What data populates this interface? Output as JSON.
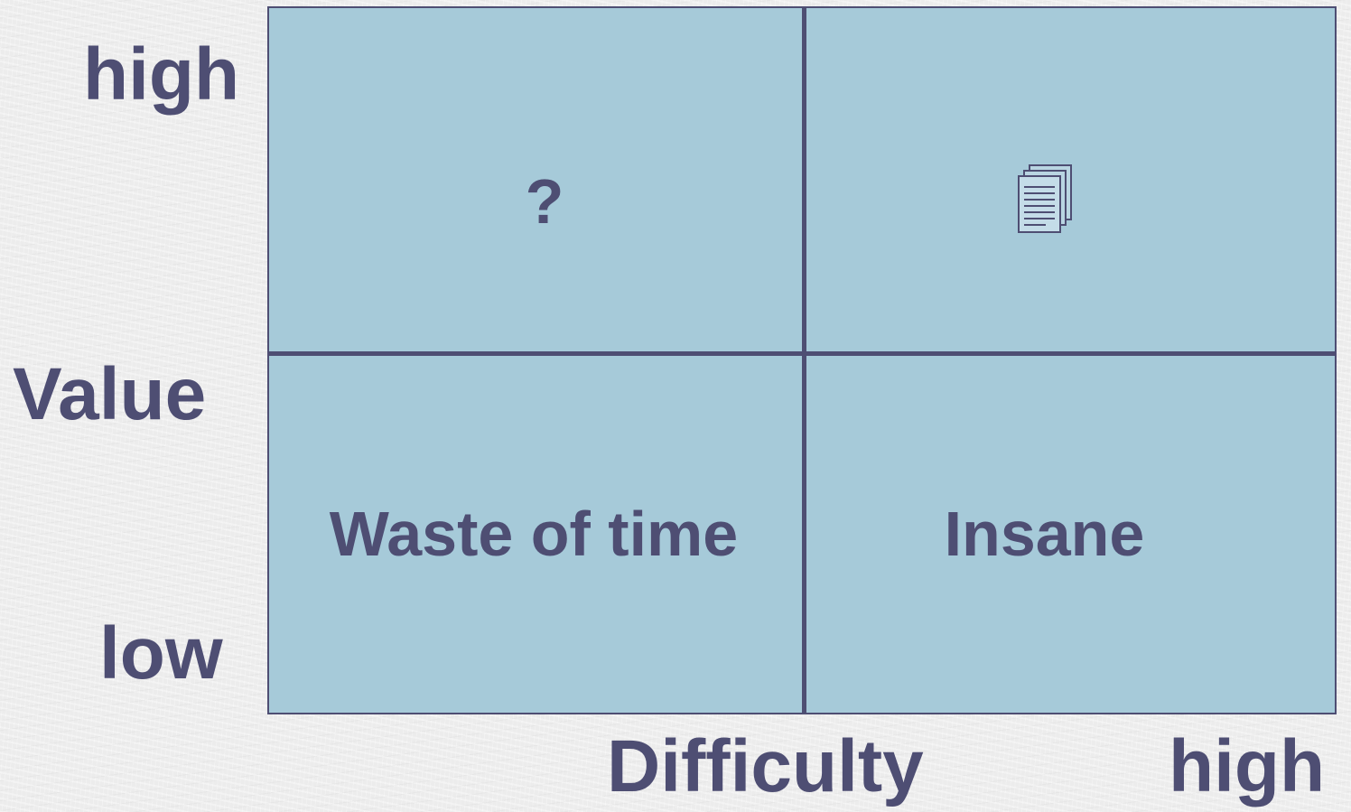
{
  "axes": {
    "y_title": "Value",
    "y_high": "high",
    "y_low": "low",
    "x_title": "Difficulty",
    "x_high": "high"
  },
  "quadrants": {
    "top_left": "?",
    "top_right_icon": "document-stack-icon",
    "bottom_left": "Waste of time",
    "bottom_right": "Insane"
  },
  "colors": {
    "quadrant_fill": "#a6cad9",
    "text_and_lines": "#4e4e73",
    "background": "#ececec"
  }
}
